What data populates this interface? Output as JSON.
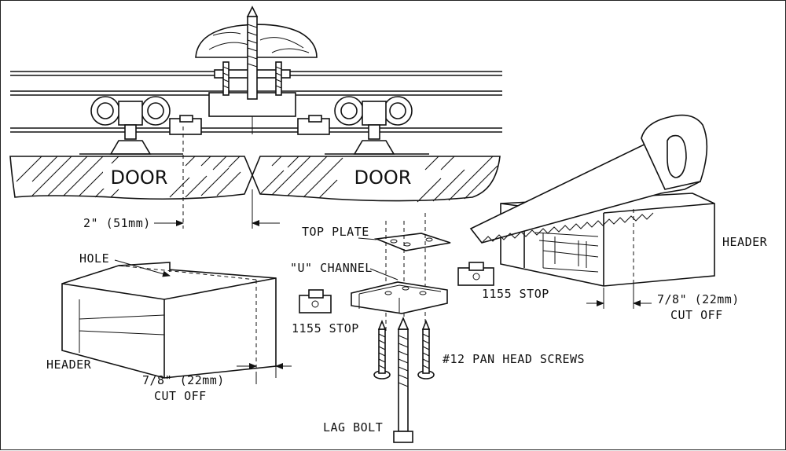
{
  "labels": {
    "door_left": "DOOR",
    "door_right": "DOOR",
    "gap_dim": "2\" (51mm)",
    "top_plate": "TOP PLATE",
    "u_channel": "\"U\" CHANNEL",
    "hole": "HOLE",
    "stop_left": "1155 STOP",
    "stop_right": "1155 STOP",
    "header_left": "HEADER",
    "header_right": "HEADER",
    "cutoff_left_dim": "7/8\" (22mm)",
    "cutoff_left_text": "CUT OFF",
    "cutoff_right_dim": "7/8\" (22mm)",
    "cutoff_right_text": "CUT OFF",
    "screws": "#12 PAN HEAD SCREWS",
    "lag_bolt": "LAG BOLT"
  }
}
